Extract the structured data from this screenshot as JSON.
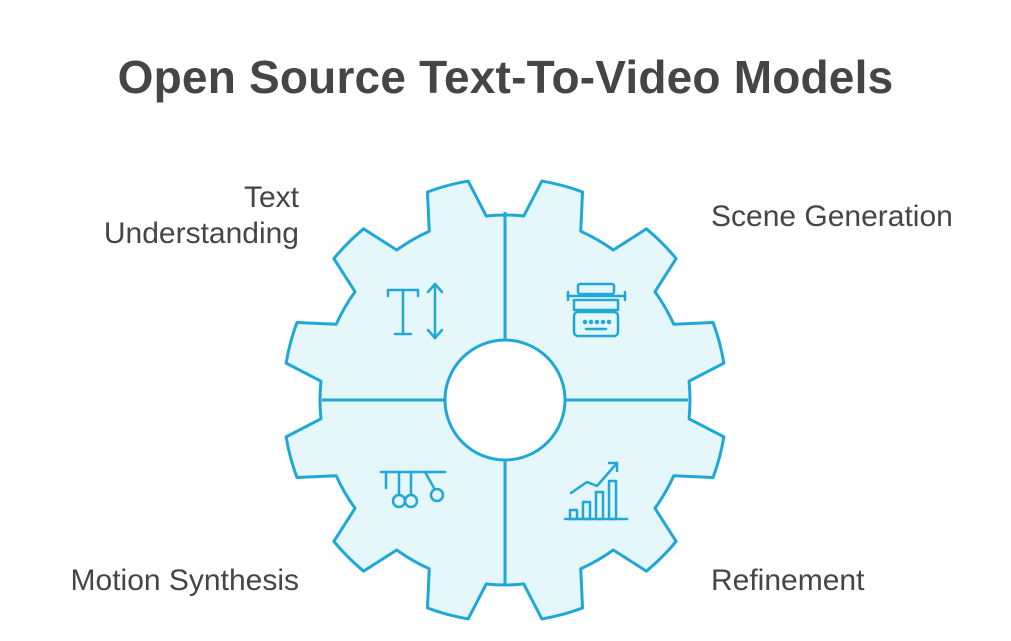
{
  "title": "Open Source Text-To-Video Models",
  "segments": [
    {
      "id": "text-understanding",
      "label": "Text\nUnderstanding",
      "icon": "text-resize-icon"
    },
    {
      "id": "scene-generation",
      "label": "Scene Generation",
      "icon": "typewriter-icon"
    },
    {
      "id": "motion-synthesis",
      "label": "Motion Synthesis",
      "icon": "newtons-cradle-icon"
    },
    {
      "id": "refinement",
      "label": "Refinement",
      "icon": "growth-chart-icon"
    }
  ],
  "colors": {
    "gear_fill": "#e6f7fb",
    "gear_stroke": "#1fa8d6",
    "center_fill": "#ffffff",
    "text": "#454545"
  }
}
